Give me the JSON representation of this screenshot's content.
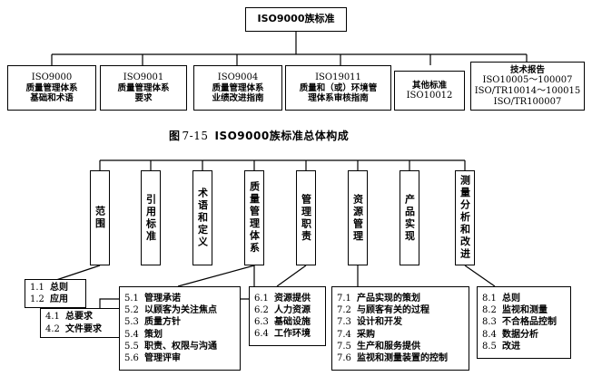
{
  "figure_top": {
    "root": {
      "label_latin": "ISO9000",
      "label_cn": "族标准",
      "full": "ISO9000族标准"
    },
    "standards": [
      {
        "code": "ISO9000",
        "lines": [
          "质量管理体系",
          "基础和术语"
        ]
      },
      {
        "code": "ISO9001",
        "lines": [
          "质量管理体系",
          "要求"
        ]
      },
      {
        "code": "ISO9004",
        "lines": [
          "质量管理体系",
          "业绩改进指南"
        ]
      },
      {
        "code": "ISO19011",
        "lines": [
          "质量和（或）环境管",
          "理体系审核指南"
        ]
      },
      {
        "code": "",
        "lines": [
          "其他标准",
          "ISO10012"
        ]
      },
      {
        "code": "",
        "lines": [
          "技术报告",
          "ISO10005～100007",
          "ISO/TR10014～100015",
          "ISO/TR100007"
        ]
      }
    ]
  },
  "caption": {
    "prefix": "图",
    "number": "7-15",
    "title": "ISO9000族标准总体构成"
  },
  "figure_bottom": {
    "clauses": [
      {
        "id": "1",
        "label": "范围"
      },
      {
        "id": "2",
        "label": "引用标准"
      },
      {
        "id": "3",
        "label": "术语和定义"
      },
      {
        "id": "4",
        "label": "质量管理体系"
      },
      {
        "id": "5",
        "label": "管理职责"
      },
      {
        "id": "6",
        "label": "资源管理"
      },
      {
        "id": "7",
        "label": "产品实现"
      },
      {
        "id": "8",
        "label": "测量分析和改进"
      }
    ],
    "details": [
      {
        "group": "1",
        "items": [
          {
            "num": "1.1",
            "text": "总则"
          },
          {
            "num": "1.2",
            "text": "应用"
          }
        ]
      },
      {
        "group": "4",
        "items": [
          {
            "num": "4.1",
            "text": "总要求"
          },
          {
            "num": "4.2",
            "text": "文件要求"
          }
        ]
      },
      {
        "group": "5",
        "items": [
          {
            "num": "5.1",
            "text": "管理承诺"
          },
          {
            "num": "5.2",
            "text": "以顾客为关注焦点"
          },
          {
            "num": "5.3",
            "text": "质量方针"
          },
          {
            "num": "5.4",
            "text": "策划"
          },
          {
            "num": "5.5",
            "text": "职责、权限与沟通"
          },
          {
            "num": "5.6",
            "text": "管理评审"
          }
        ]
      },
      {
        "group": "6",
        "items": [
          {
            "num": "6.1",
            "text": "资源提供"
          },
          {
            "num": "6.2",
            "text": "人力资源"
          },
          {
            "num": "6.3",
            "text": "基础设施"
          },
          {
            "num": "6.4",
            "text": "工作环境"
          }
        ]
      },
      {
        "group": "7",
        "items": [
          {
            "num": "7.1",
            "text": "产品实现的策划"
          },
          {
            "num": "7.2",
            "text": "与顾客有关的过程"
          },
          {
            "num": "7.3",
            "text": "设计和开发"
          },
          {
            "num": "7.4",
            "text": "采购"
          },
          {
            "num": "7.5",
            "text": "生产和服务提供"
          },
          {
            "num": "7.6",
            "text": "监视和测量装置的控制"
          }
        ]
      },
      {
        "group": "8",
        "items": [
          {
            "num": "8.1",
            "text": "总则"
          },
          {
            "num": "8.2",
            "text": "监视和测量"
          },
          {
            "num": "8.3",
            "text": "不合格品控制"
          },
          {
            "num": "8.4",
            "text": "数据分析"
          },
          {
            "num": "8.5",
            "text": "改进"
          }
        ]
      }
    ]
  },
  "colors": {
    "line": "#000000",
    "background": "#ffffff",
    "text": "#000000"
  }
}
